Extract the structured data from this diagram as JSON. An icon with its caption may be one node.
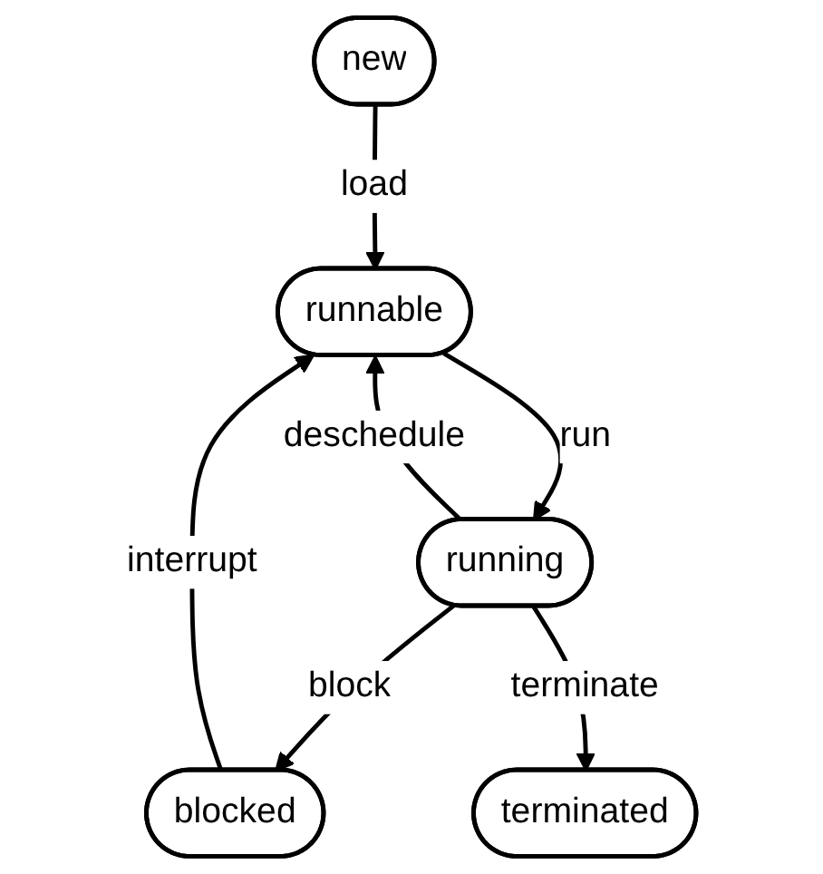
{
  "diagram": {
    "nodes": [
      {
        "text": [
          "new"
        ]
      },
      {
        "text": [
          "runnable"
        ]
      },
      {
        "text": [
          "running"
        ]
      },
      {
        "text": [
          "blocked"
        ]
      },
      {
        "text": [
          "terminated"
        ]
      }
    ],
    "edges": [
      {
        "from": 0,
        "to": 1,
        "arrow": "to",
        "label": "load"
      },
      {
        "from": 1,
        "to": 2,
        "arrow": "to",
        "label": "run"
      },
      {
        "from": 2,
        "to": 1,
        "arrow": "to",
        "label": "deschedule"
      },
      {
        "from": 2,
        "to": 3,
        "arrow": "to",
        "label": "block"
      },
      {
        "from": 3,
        "to": 1,
        "arrow": "to",
        "label": "interrupt"
      },
      {
        "from": 2,
        "to": 4,
        "arrow": "to",
        "label": "terminate"
      }
    ]
  }
}
